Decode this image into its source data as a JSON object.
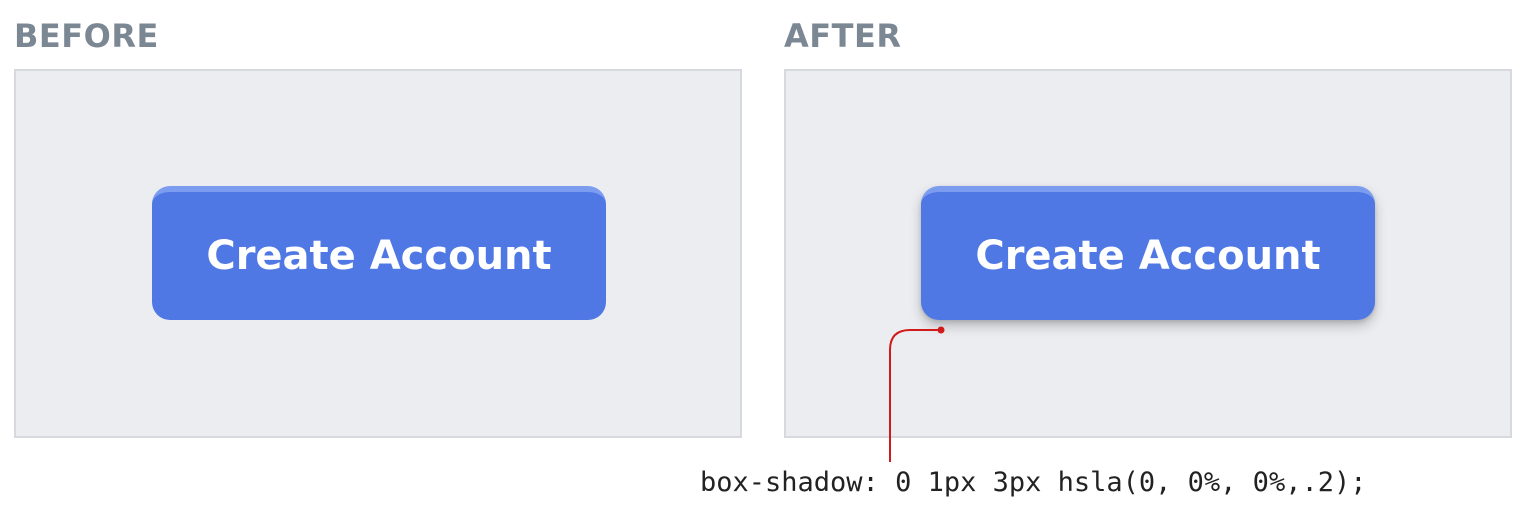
{
  "before": {
    "label": "BEFORE",
    "button_label": "Create Account"
  },
  "after": {
    "label": "AFTER",
    "button_label": "Create Account"
  },
  "annotation": {
    "code": "box-shadow: 0 1px 3px hsla(0, 0%, 0%,.2);",
    "line_color": "#d11a1a"
  },
  "colors": {
    "label": "#7c8794",
    "panel_bg": "#ecedf1",
    "panel_border": "#d7d9de",
    "button_bg": "#4f78e5",
    "button_top_highlight": "#7c9cf0",
    "button_text": "#ffffff"
  }
}
